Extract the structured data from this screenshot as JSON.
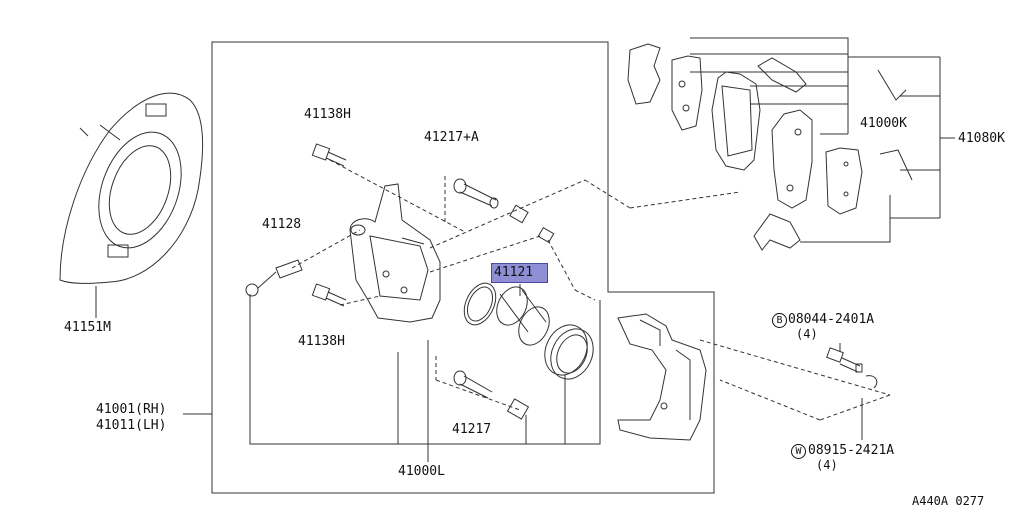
{
  "diagram": {
    "parts": [
      {
        "id": "p41138H_top",
        "label": "41138H"
      },
      {
        "id": "p41217A",
        "label": "41217+A"
      },
      {
        "id": "p41128",
        "label": "41128"
      },
      {
        "id": "p41121",
        "label": "41121",
        "highlighted": true
      },
      {
        "id": "p41138H_bot",
        "label": "41138H"
      },
      {
        "id": "p41151M",
        "label": "41151M"
      },
      {
        "id": "p41001RH",
        "label": "41001(RH)"
      },
      {
        "id": "p41011LH",
        "label": "41011(LH)"
      },
      {
        "id": "p41217",
        "label": "41217"
      },
      {
        "id": "p41000L",
        "label": "41000L"
      },
      {
        "id": "p41000K",
        "label": "41000K"
      },
      {
        "id": "p41080K",
        "label": "41080K"
      },
      {
        "id": "pBolt",
        "label": "08044-2401A",
        "badge": "B",
        "qty": "(4)"
      },
      {
        "id": "pWasher",
        "label": "08915-2421A",
        "badge": "W",
        "qty": "(4)"
      }
    ],
    "figure_code": "A440A 0277",
    "highlight_color": "#8f8fd6"
  }
}
